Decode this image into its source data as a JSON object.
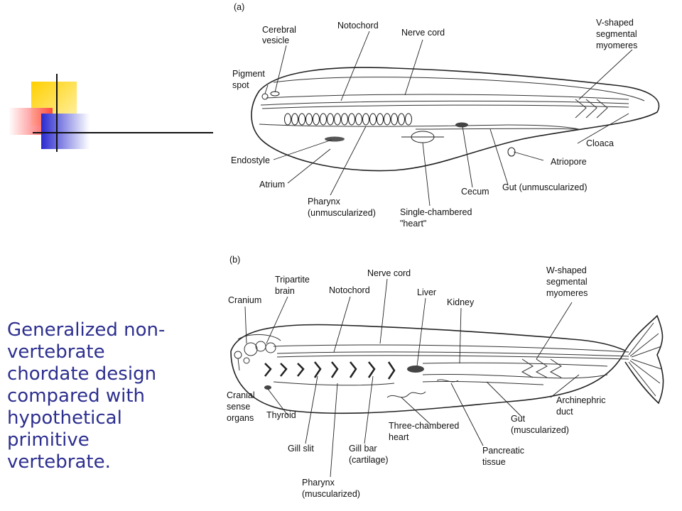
{
  "caption": "Generalized non-vertebrate chordate design compared with hypothetical primitive vertebrate.",
  "theme": {
    "accent_yellow": "#ffd000",
    "accent_red": "#ff4040",
    "accent_blue": "#3333cc",
    "caption_color": "#2d2f8f"
  },
  "panel_a": {
    "letter": "(a)",
    "labels": {
      "cerebral_vesicle_1": "Cerebral",
      "cerebral_vesicle_2": "vesicle",
      "notochord": "Notochord",
      "nerve_cord": "Nerve cord",
      "myomeres_1": "V-shaped",
      "myomeres_2": "segmental",
      "myomeres_3": "myomeres",
      "pigment_spot_1": "Pigment",
      "pigment_spot_2": "spot",
      "cloaca": "Cloaca",
      "endostyle": "Endostyle",
      "atriopore": "Atriopore",
      "atrium": "Atrium",
      "cecum": "Cecum",
      "gut": "Gut (unmuscularized)",
      "pharynx_1": "Pharynx",
      "pharynx_2": "(unmuscularized)",
      "heart_1": "Single-chambered",
      "heart_2": "\"heart\""
    }
  },
  "panel_b": {
    "letter": "(b)",
    "labels": {
      "nerve_cord": "Nerve cord",
      "tripartite_1": "Tripartite",
      "tripartite_2": "brain",
      "myomeres_1": "W-shaped",
      "myomeres_2": "segmental",
      "myomeres_3": "myomeres",
      "notochord": "Notochord",
      "liver": "Liver",
      "cranium": "Cranium",
      "kidney": "Kidney",
      "cranial_1": "Cranial",
      "cranial_2": "sense",
      "cranial_3": "organs",
      "thyroid": "Thyroid",
      "archinephric_1": "Archinephric",
      "archinephric_2": "duct",
      "gut_1": "Gut",
      "gut_2": "(muscularized)",
      "three_chambered_1": "Three-chambered",
      "three_chambered_2": "heart",
      "gill_slit": "Gill slit",
      "gill_bar_1": "Gill bar",
      "gill_bar_2": "(cartilage)",
      "pancreatic_1": "Pancreatic",
      "pancreatic_2": "tissue",
      "pharynx_1": "Pharynx",
      "pharynx_2": "(muscularized)"
    }
  }
}
